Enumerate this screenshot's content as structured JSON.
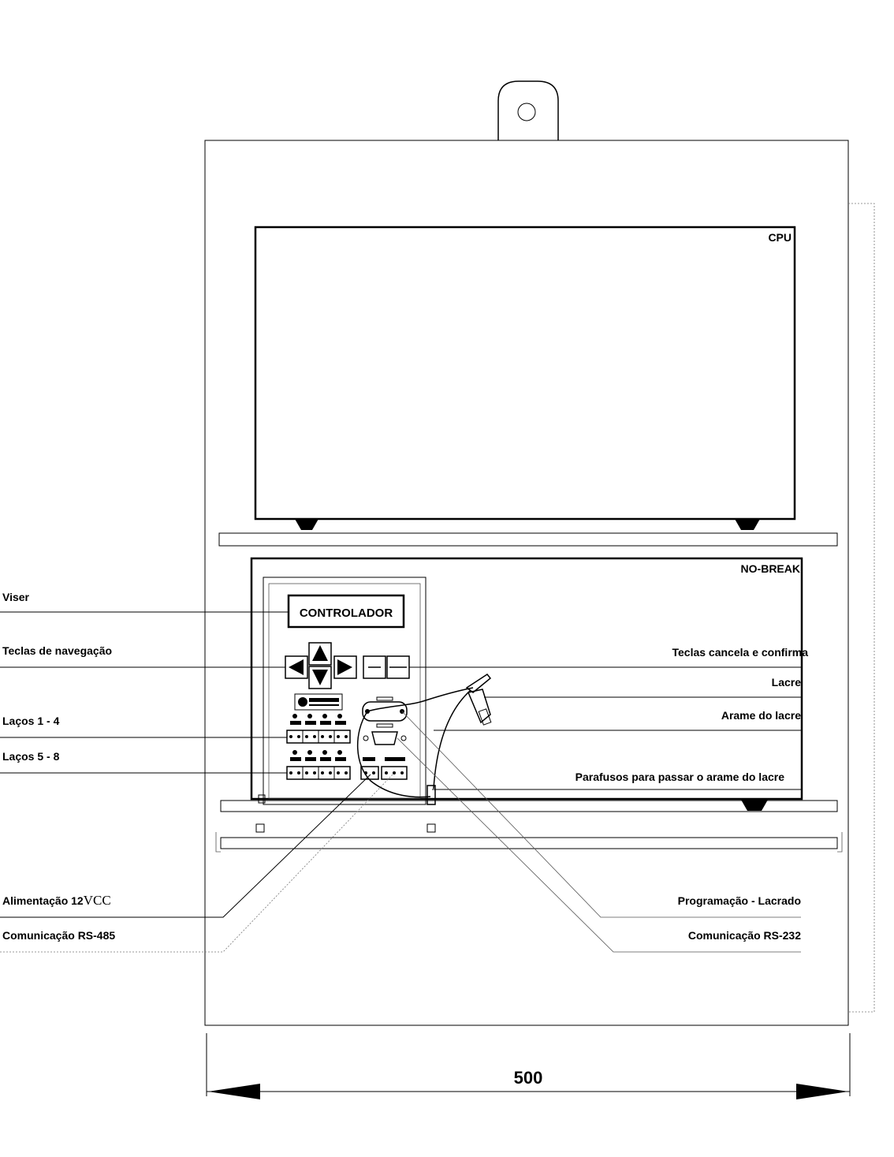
{
  "labels": {
    "cpu": "CPU",
    "no_break": "NO-BREAK",
    "controller": "CONTROLADOR",
    "viser": "Viser",
    "nav_keys": "Teclas de navegação",
    "loops_1_4": "Laços 1 - 4",
    "loops_5_8": "Laços 5 - 8",
    "cancel_confirm_keys": "Teclas cancela e confirma",
    "seal": "Lacre",
    "seal_wire": "Arame do lacre",
    "seal_screws": "Parafusos para passar o arame do lacre",
    "power_prefix": "Alimentação 12",
    "power_unit": "VCC",
    "rs485": "Comunicação RS-485",
    "programming_sealed": "Programação - Lacrado",
    "rs232": "Comunicação RS-232",
    "width_dimension": "500"
  },
  "colors": {
    "line": "#000000",
    "background": "#ffffff"
  }
}
